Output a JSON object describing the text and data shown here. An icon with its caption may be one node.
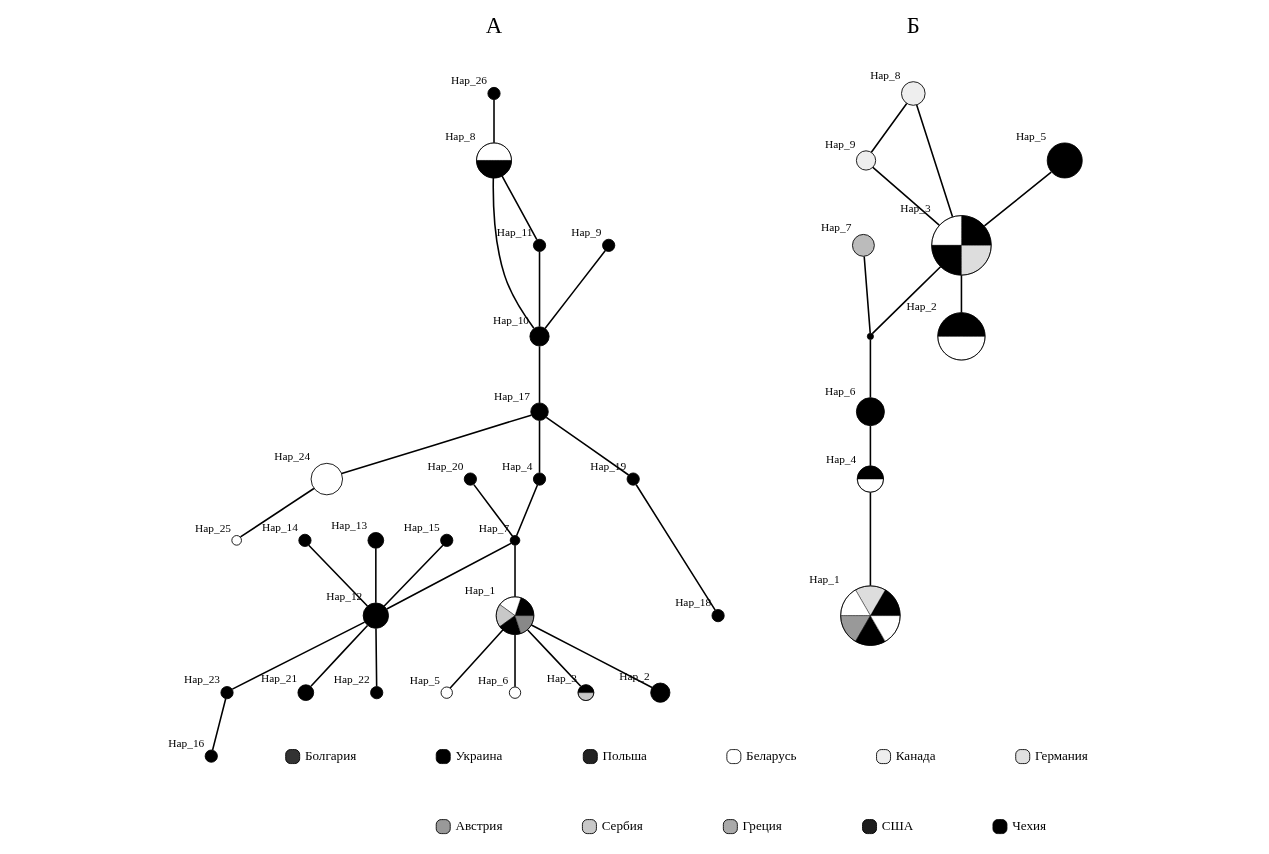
{
  "diagram": {
    "nodes": [
      {
        "text": [
          "Hap_26"
        ]
      },
      {
        "text": [
          "Hap_8"
        ]
      },
      {
        "text": [
          "Hap_11"
        ]
      },
      {
        "text": [
          "Hap_9"
        ]
      },
      {
        "text": [
          "Hap_10"
        ]
      },
      {
        "text": [
          "Hap_14"
        ]
      },
      {
        "text": [
          "Hap_13"
        ]
      },
      {
        "text": [
          "Hap_16"
        ]
      },
      {
        "text": [
          "Hap_23"
        ]
      },
      {
        "text": [
          "Hap_15"
        ]
      },
      {
        "text": [
          "Hap_12"
        ]
      },
      {
        "text": [
          "Hap_20"
        ]
      },
      {
        "text": [
          "Hap_21"
        ]
      },
      {
        "text": [
          "Hap_17"
        ]
      },
      {
        "text": [
          "Hap_24"
        ]
      },
      {
        "text": [
          "Hap_4"
        ]
      },
      {
        "text": [
          "Hap_25"
        ]
      },
      {
        "text": [
          "Hap_22"
        ]
      },
      {
        "text": [
          "Hap_7"
        ]
      },
      {
        "text": [
          "Hap_19"
        ]
      },
      {
        "text": [
          "Hap_18"
        ]
      },
      {
        "text": [
          "Hap_1"
        ]
      },
      {
        "text": [
          "Hap_5"
        ]
      },
      {
        "text": [
          "Hap_6"
        ]
      },
      {
        "text": [
          "Hap_3"
        ]
      },
      {
        "text": [
          "Hap_2"
        ]
      },
      {
        "text": [
          "Hap_9"
        ]
      },
      {
        "text": [
          "Hap_8"
        ]
      },
      {
        "text": [
          "Hap_5"
        ]
      },
      {
        "text": [
          "Hap_3"
        ]
      },
      {
        "text": [
          "Hap_2"
        ]
      },
      {
        "text": [
          "Hap_7"
        ]
      },
      {
        "text": [],
        "shape": "circle"
      },
      {
        "text": [
          "Hap_6"
        ]
      },
      {
        "text": [
          "Hap_4"
        ]
      },
      {
        "text": [
          "Hap_1"
        ]
      }
    ],
    "edges": [
      {
        "from": 0,
        "to": 1,
        "arrow": "none"
      },
      {
        "from": 1,
        "to": 2,
        "arrow": "none"
      },
      {
        "from": 1,
        "to": 4,
        "arrow": "none"
      },
      {
        "from": 2,
        "to": 4,
        "arrow": "none"
      },
      {
        "from": 3,
        "to": 4,
        "arrow": "none"
      },
      {
        "from": 4,
        "to": 13,
        "arrow": "none"
      },
      {
        "from": 13,
        "to": 14,
        "arrow": "none"
      },
      {
        "from": 14,
        "to": 16,
        "arrow": "none"
      },
      {
        "from": 13,
        "to": 19,
        "arrow": "none"
      },
      {
        "from": 19,
        "to": 20,
        "arrow": "none"
      },
      {
        "from": 13,
        "to": 15,
        "arrow": "none"
      },
      {
        "from": 15,
        "to": 18,
        "arrow": "none"
      },
      {
        "from": 11,
        "to": 18,
        "arrow": "none"
      },
      {
        "from": 18,
        "to": 10,
        "arrow": "none"
      },
      {
        "from": 9,
        "to": 10,
        "arrow": "none"
      },
      {
        "from": 5,
        "to": 10,
        "arrow": "none"
      },
      {
        "from": 6,
        "to": 10,
        "arrow": "none"
      },
      {
        "from": 10,
        "to": 8,
        "arrow": "none"
      },
      {
        "from": 8,
        "to": 7,
        "arrow": "none"
      },
      {
        "from": 10,
        "to": 12,
        "arrow": "none"
      },
      {
        "from": 10,
        "to": 17,
        "arrow": "none"
      },
      {
        "from": 18,
        "to": 21,
        "arrow": "none"
      },
      {
        "from": 21,
        "to": 23,
        "arrow": "none"
      },
      {
        "from": 21,
        "to": 22,
        "arrow": "none"
      },
      {
        "from": 21,
        "to": 25,
        "arrow": "none"
      },
      {
        "from": 21,
        "to": 24,
        "arrow": "none"
      },
      {
        "from": 27,
        "to": 26,
        "arrow": "none"
      },
      {
        "from": 27,
        "to": 29,
        "arrow": "none"
      },
      {
        "from": 26,
        "to": 29,
        "arrow": "none"
      },
      {
        "from": 28,
        "to": 29,
        "arrow": "none"
      },
      {
        "from": 29,
        "to": 30,
        "arrow": "none"
      },
      {
        "from": 29,
        "to": 32,
        "arrow": "none"
      },
      {
        "from": 31,
        "to": 32,
        "arrow": "none"
      },
      {
        "from": 32,
        "to": 33,
        "arrow": "none"
      },
      {
        "from": 33,
        "to": 34,
        "arrow": "none"
      },
      {
        "from": 34,
        "to": 35,
        "arrow": "none"
      }
    ],
    "labels": [
      "А",
      "Б"
    ],
    "legend": [
      {
        "text": "Болгария"
      },
      {
        "text": "Украина",
        "color": "#000000"
      },
      {
        "text": "Польша"
      },
      {
        "text": "Беларусь",
        "color": "#ffffff"
      },
      {
        "text": "Канада"
      },
      {
        "text": "Германия"
      },
      {
        "text": "Австрия"
      },
      {
        "text": "Сербия",
        "color": "#c8c8c8"
      },
      {
        "text": "Греция"
      },
      {
        "text": "США",
        "color": "#1e1e1e"
      },
      {
        "text": "Чехия",
        "color": "#000000"
      }
    ]
  }
}
